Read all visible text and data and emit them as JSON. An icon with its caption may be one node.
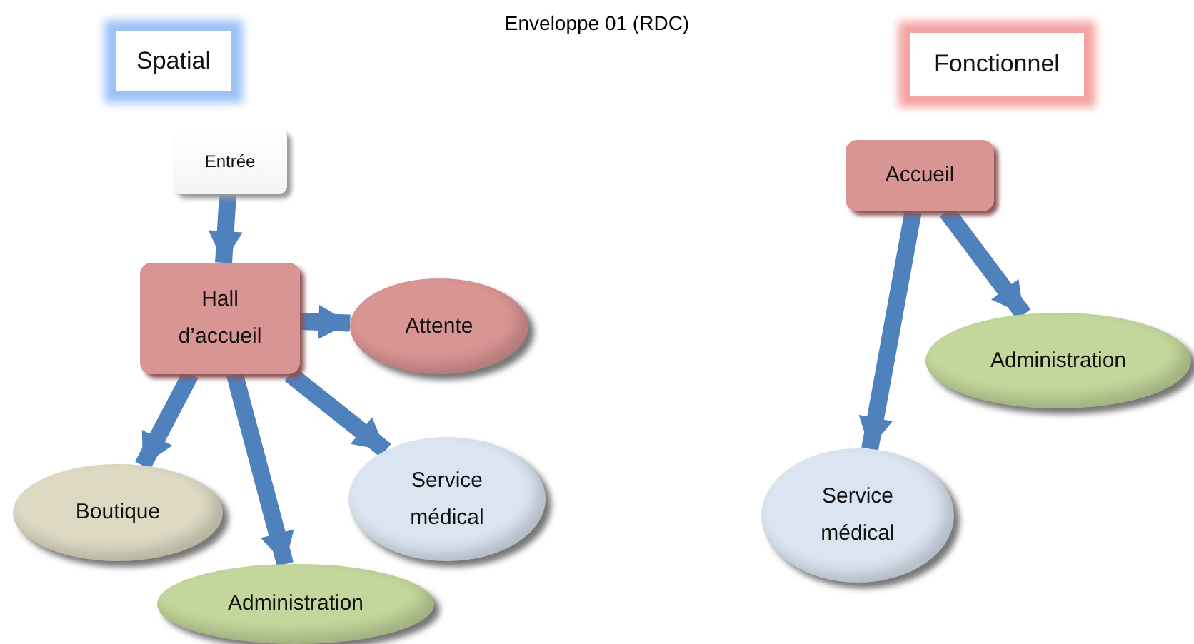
{
  "diagram": {
    "title": "Enveloppe 01 (RDC)",
    "nodes": [
      {
        "text": [
          "Spatial"
        ]
      },
      {
        "text": [
          "Entrée"
        ]
      },
      {
        "text": [
          "Hall d’accueil"
        ]
      },
      {
        "text": [
          "Attente"
        ]
      },
      {
        "text": [
          "Boutique"
        ]
      },
      {
        "text": [
          "Service médical"
        ]
      },
      {
        "text": [
          "Administration"
        ]
      },
      {
        "text": [
          "Fonctionnel"
        ]
      },
      {
        "text": [
          "Accueil"
        ]
      },
      {
        "text": [
          "Administration"
        ]
      },
      {
        "text": [
          "Service médical"
        ]
      }
    ],
    "edges": [
      {
        "from": 1,
        "to": 2,
        "arrow": "to"
      },
      {
        "from": 2,
        "to": 3,
        "arrow": "to"
      },
      {
        "from": 2,
        "to": 4,
        "arrow": "to"
      },
      {
        "from": 2,
        "to": 6,
        "arrow": "to"
      },
      {
        "from": 2,
        "to": 5,
        "arrow": "to"
      },
      {
        "from": 8,
        "to": 10,
        "arrow": "to"
      },
      {
        "from": 8,
        "to": 9,
        "arrow": "to"
      }
    ]
  }
}
